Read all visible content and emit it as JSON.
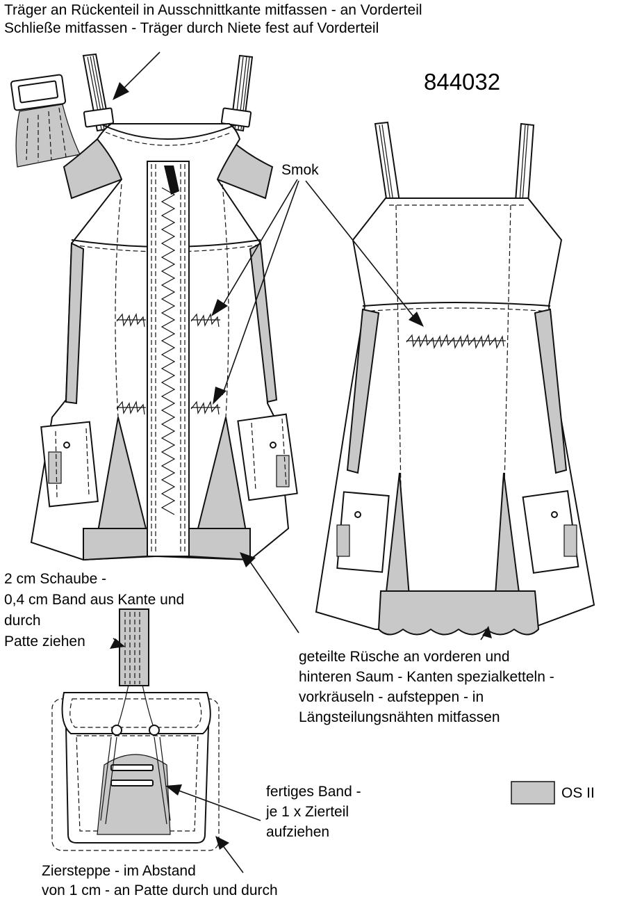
{
  "annotations": {
    "strap_note_line1": "Träger an Rückenteil in Ausschnittkante mitfassen - an Vorderteil",
    "strap_note_line2": "Schließe mitfassen - Träger durch Niete fest auf Vorderteil",
    "model_number": "844032",
    "smock_label": "Smok",
    "tube_note_line1": "2 cm Schaube -",
    "tube_note_line2": "0,4 cm Band aus Kante und",
    "tube_note_line3": "durch",
    "tube_note_line4": "Patte ziehen",
    "ruffle_note_line1": "geteilte Rüsche an vorderen und",
    "ruffle_note_line2": "hinteren Saum - Kanten spezialketteln -",
    "ruffle_note_line3": "vorkräuseln - aufsteppen - in",
    "ruffle_note_line4": "Längsteilungsnähten mitfassen",
    "band_note_line1": "fertiges Band -",
    "band_note_line2": "je 1 x Zierteil",
    "band_note_line3": "aufziehen",
    "topstitch_note_line1": "Ziersteppe - im Abstand",
    "topstitch_note_line2": "von 1 cm - an Patte durch und durch"
  },
  "legend": {
    "swatch_color": "#c8c8c8",
    "label": "OS II"
  }
}
